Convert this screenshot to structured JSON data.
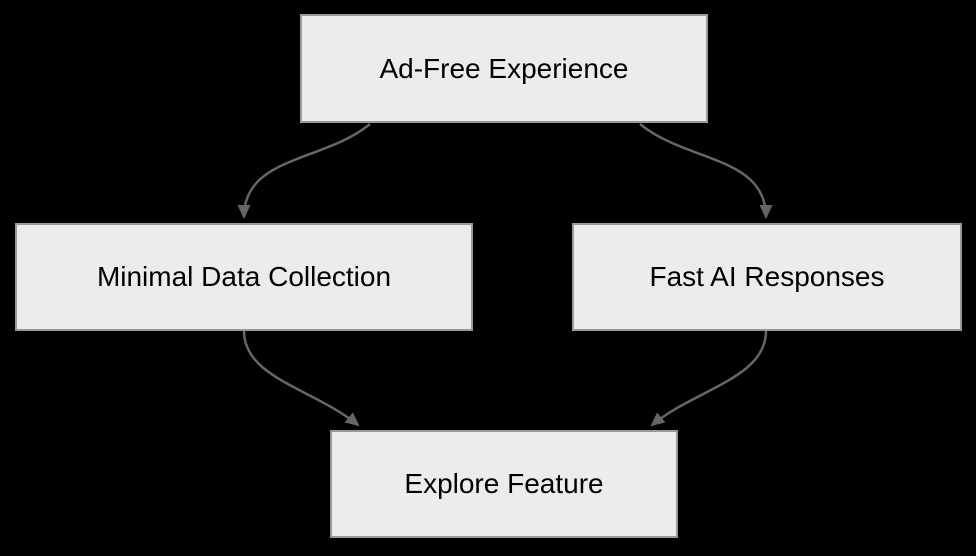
{
  "diagram": {
    "colors": {
      "background": "#000000",
      "node_fill": "#ececec",
      "node_border": "#999999",
      "edge_color": "#666666",
      "label_color": "#000000"
    },
    "nodes": [
      {
        "id": "ad-free-experience",
        "label": "Ad-Free Experience"
      },
      {
        "id": "minimal-data-collection",
        "label": "Minimal Data Collection"
      },
      {
        "id": "fast-ai-responses",
        "label": "Fast AI Responses"
      },
      {
        "id": "explore-feature",
        "label": "Explore Feature"
      }
    ],
    "edges": [
      {
        "from": "ad-free-experience",
        "to": "minimal-data-collection"
      },
      {
        "from": "ad-free-experience",
        "to": "fast-ai-responses"
      },
      {
        "from": "minimal-data-collection",
        "to": "explore-feature"
      },
      {
        "from": "fast-ai-responses",
        "to": "explore-feature"
      }
    ]
  }
}
